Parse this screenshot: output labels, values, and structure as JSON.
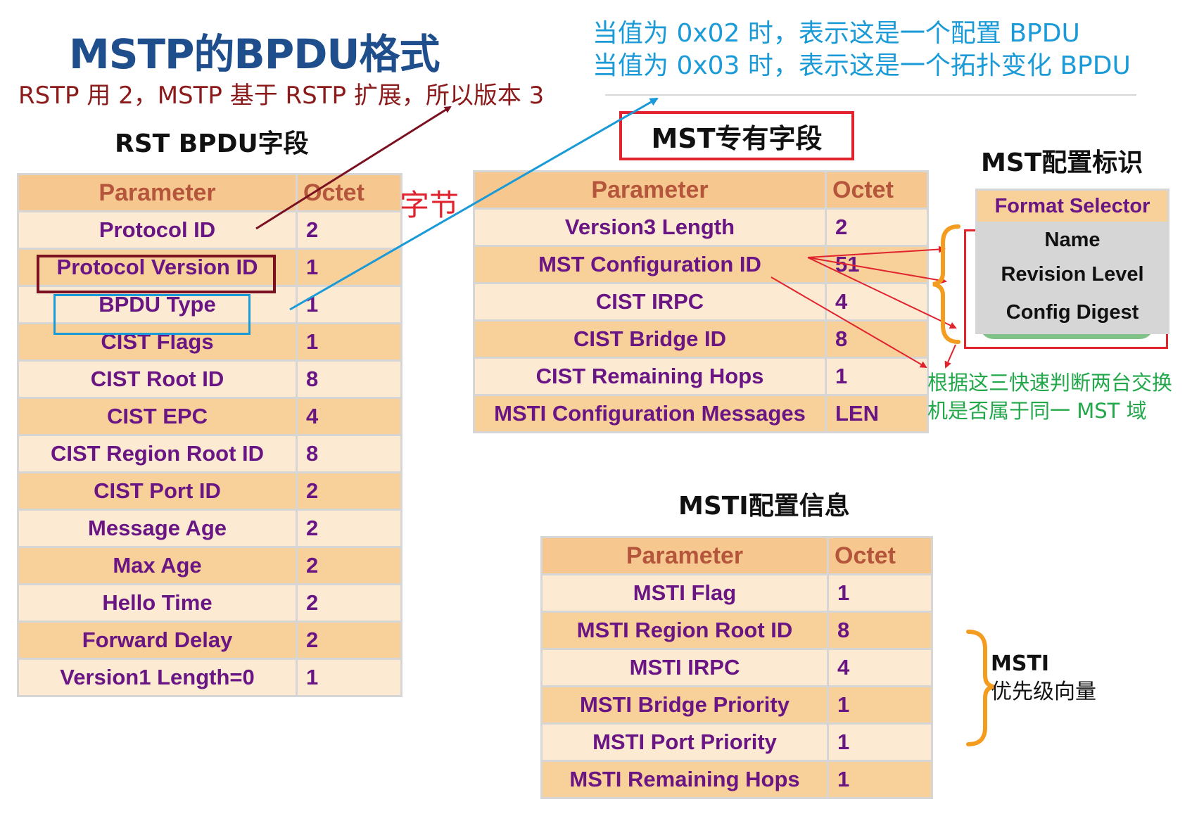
{
  "title": "MSTP的BPDU格式",
  "rstp_note": "RSTP 用 2，MSTP 基于 RSTP 扩展，所以版本 3",
  "bpdu_type_notes": [
    "当值为 0x02 时，表示这是一个配置 BPDU",
    "当值为 0x03 时，表示这是一个拓扑变化 BPDU"
  ],
  "octet_note": "字节",
  "rst_section": {
    "title": "RST BPDU字段",
    "header": {
      "param": "Parameter",
      "octet": "Octet"
    },
    "rows": [
      {
        "param": "Protocol ID",
        "octet": "2"
      },
      {
        "param": "Protocol Version ID",
        "octet": "1"
      },
      {
        "param": "BPDU Type",
        "octet": "1"
      },
      {
        "param": "CIST Flags",
        "octet": "1"
      },
      {
        "param": "CIST Root ID",
        "octet": "8"
      },
      {
        "param": "CIST EPC",
        "octet": "4"
      },
      {
        "param": "CIST Region Root ID",
        "octet": "8"
      },
      {
        "param": "CIST Port ID",
        "octet": "2"
      },
      {
        "param": "Message Age",
        "octet": "2"
      },
      {
        "param": "Max Age",
        "octet": "2"
      },
      {
        "param": "Hello Time",
        "octet": "2"
      },
      {
        "param": "Forward Delay",
        "octet": "2"
      },
      {
        "param": "Version1 Length=0",
        "octet": "1"
      }
    ]
  },
  "mst_section": {
    "title": "MST专有字段",
    "header": {
      "param": "Parameter",
      "octet": "Octet"
    },
    "rows": [
      {
        "param": "Version3 Length",
        "octet": "2"
      },
      {
        "param": "MST Configuration ID",
        "octet": "51"
      },
      {
        "param": "CIST IRPC",
        "octet": "4"
      },
      {
        "param": "CIST Bridge ID",
        "octet": "8"
      },
      {
        "param": "CIST Remaining Hops",
        "octet": "1"
      },
      {
        "param": "MSTI Configuration Messages",
        "octet": "LEN"
      }
    ]
  },
  "mst_config_id": {
    "title": "MST配置标识",
    "rows": [
      "Format Selector",
      "Name",
      "Revision Level",
      "Config Digest"
    ],
    "note_lines": [
      "根据这三快速判断两台交换",
      "机是否属于同一 MST 域"
    ]
  },
  "msti_section": {
    "title": "MSTI配置信息",
    "header": {
      "param": "Parameter",
      "octet": "Octet"
    },
    "rows": [
      {
        "param": "MSTI Flag",
        "octet": "1"
      },
      {
        "param": "MSTI Region Root ID",
        "octet": "8"
      },
      {
        "param": "MSTI IRPC",
        "octet": "4"
      },
      {
        "param": "MSTI Bridge Priority",
        "octet": "1"
      },
      {
        "param": "MSTI Port Priority",
        "octet": "1"
      },
      {
        "param": "MSTI Remaining Hops",
        "octet": "1"
      }
    ],
    "brace_label_lines": [
      "MSTI",
      "优先级向量"
    ]
  },
  "colors": {
    "title": "#1f4e8c",
    "rstp_note": "#8b1a1a",
    "blue_note": "#1a9ad6",
    "green_note": "#22a84a",
    "red_annotation": "#e0232d",
    "brace": "#f39c1f",
    "row_dark": "#f8d09a",
    "row_light": "#fcebd2",
    "param_text": "#6a1584",
    "header_text": "#b5563c"
  }
}
